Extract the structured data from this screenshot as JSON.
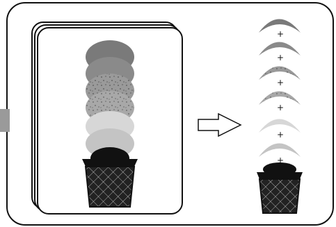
{
  "colors": {
    "background": "#ffffff",
    "outline": "#111111",
    "side_tab": "#9a9a9a",
    "scoop_dark": "#7a7a7a",
    "scoop_medium": "#8a8a8a",
    "scoop_speckled": "#9a9a9a",
    "scoop_speckled_light": "#a8a8a8",
    "scoop_light": "#d7d7d7",
    "scoop_light_2": "#c4c4c4",
    "cone": "#222222",
    "cone_top": "#111111",
    "arrow_fill": "#ffffff"
  },
  "icons": {
    "left_stack": "ice-cream-cone-stack",
    "right_stack": "ice-cream-scoops-sequence",
    "arrow": "right-outline-arrow",
    "plus": "plus-icon"
  },
  "labels": {
    "plus_symbol": "+"
  }
}
